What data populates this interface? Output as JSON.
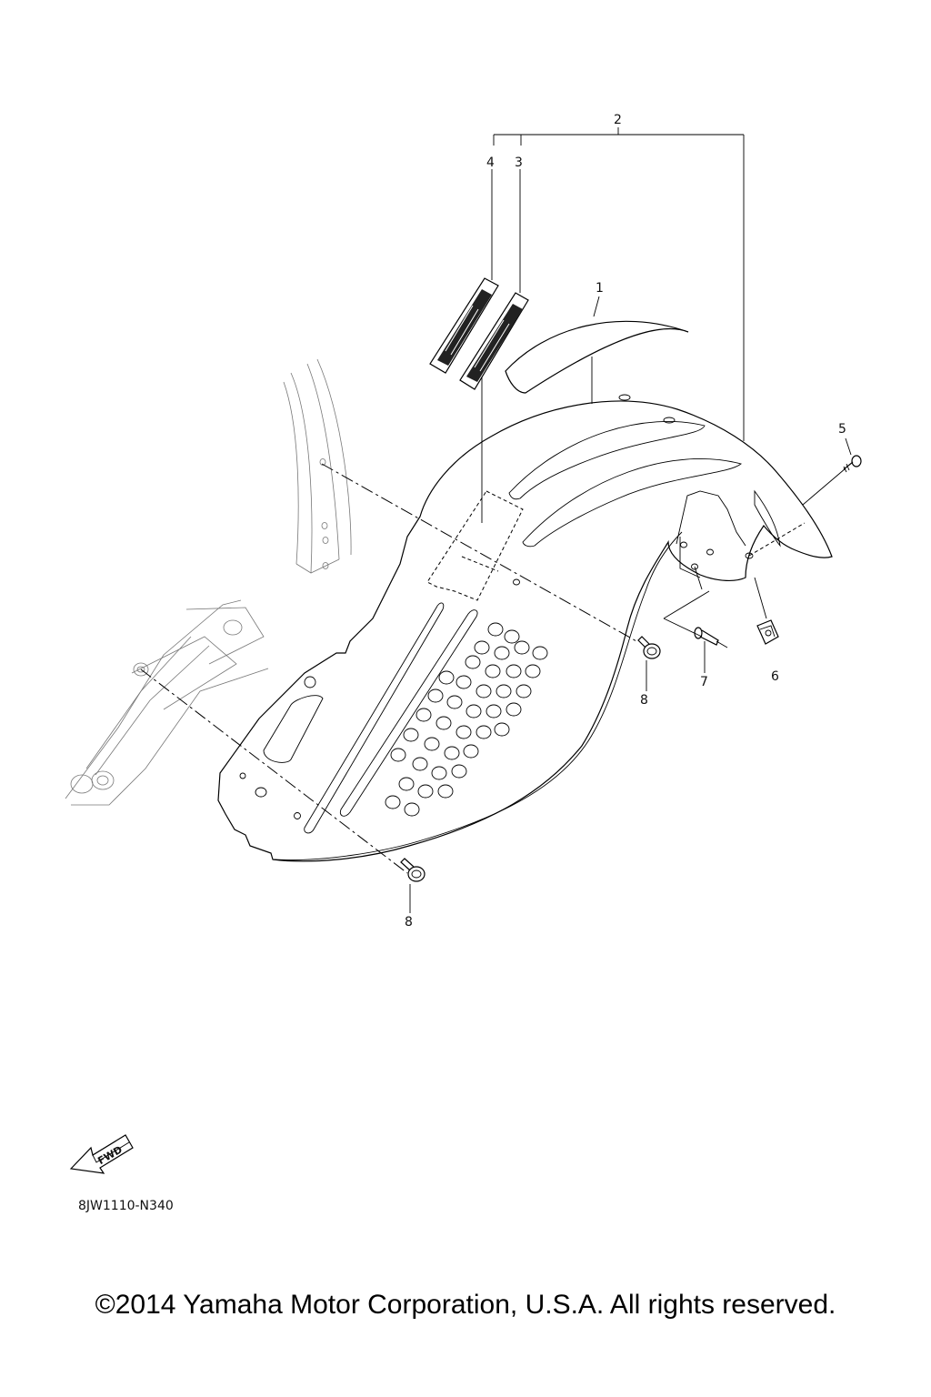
{
  "diagram": {
    "callouts": {
      "c1": "1",
      "c2": "2",
      "c3": "3",
      "c4": "4",
      "c5": "5",
      "c6": "6",
      "c7": "7",
      "c8a": "8",
      "c8b": "8"
    },
    "fwd_label": "FWD",
    "drawing_code": "8JW1110-N340"
  },
  "footer": {
    "copyright": "©2014 Yamaha Motor Corporation, U.S.A. All rights reserved."
  }
}
